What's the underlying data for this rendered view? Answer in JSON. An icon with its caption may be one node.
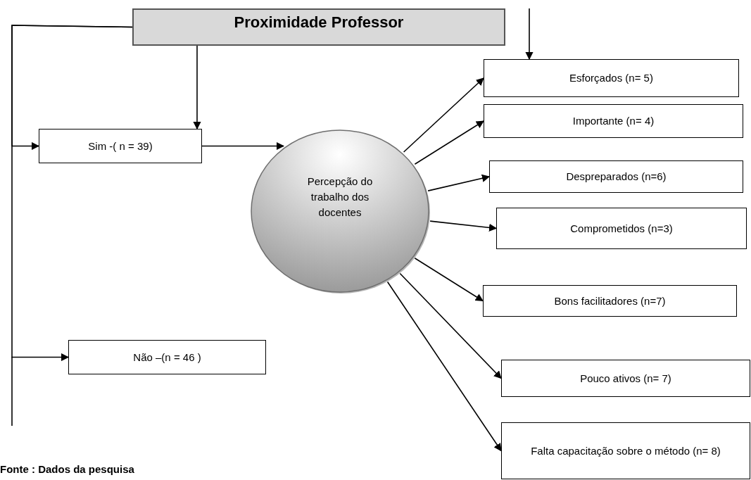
{
  "diagram": {
    "nodes": [
      {
        "text": [
          "Proximidade Professor"
        ]
      },
      {
        "text": [
          "Sim -( n = 39)"
        ]
      },
      {
        "text": [
          "Não –(n = 46 )"
        ]
      },
      {
        "text": [
          "Percepção do trabalho dos docentes"
        ]
      },
      {
        "text": [
          "Esforçados (n= 5)"
        ]
      },
      {
        "text": [
          "Importante (n= 4)"
        ]
      },
      {
        "text": [
          "Despreparados (n=6)"
        ]
      },
      {
        "text": [
          "Comprometidos (n=3)"
        ]
      },
      {
        "text": [
          "Bons facilitadores (n=7)"
        ]
      },
      {
        "text": [
          "Pouco ativos (n= 7)"
        ]
      },
      {
        "text": [
          "Falta capacitação sobre o método (n= 8)"
        ]
      }
    ],
    "edges": [
      {
        "from": 0,
        "to": 1,
        "arrow": "to"
      },
      {
        "from": 0,
        "to": 2,
        "arrow": "to"
      },
      {
        "from": 0,
        "to": 1,
        "arrow": "to"
      },
      {
        "from": 1,
        "to": 3,
        "arrow": "to"
      },
      {
        "from": 3,
        "to": 4,
        "arrow": "to"
      },
      {
        "from": 3,
        "to": 5,
        "arrow": "to"
      },
      {
        "from": 3,
        "to": 6,
        "arrow": "to"
      },
      {
        "from": 3,
        "to": 7,
        "arrow": "to"
      },
      {
        "from": 3,
        "to": 8,
        "arrow": "to"
      },
      {
        "from": 3,
        "to": 9,
        "arrow": "to"
      },
      {
        "from": 3,
        "to": 10,
        "arrow": "to"
      },
      {
        "from": null,
        "to": 4,
        "arrow": "to"
      }
    ],
    "labels": [
      "Fonte : Dados da pesquisa"
    ]
  }
}
